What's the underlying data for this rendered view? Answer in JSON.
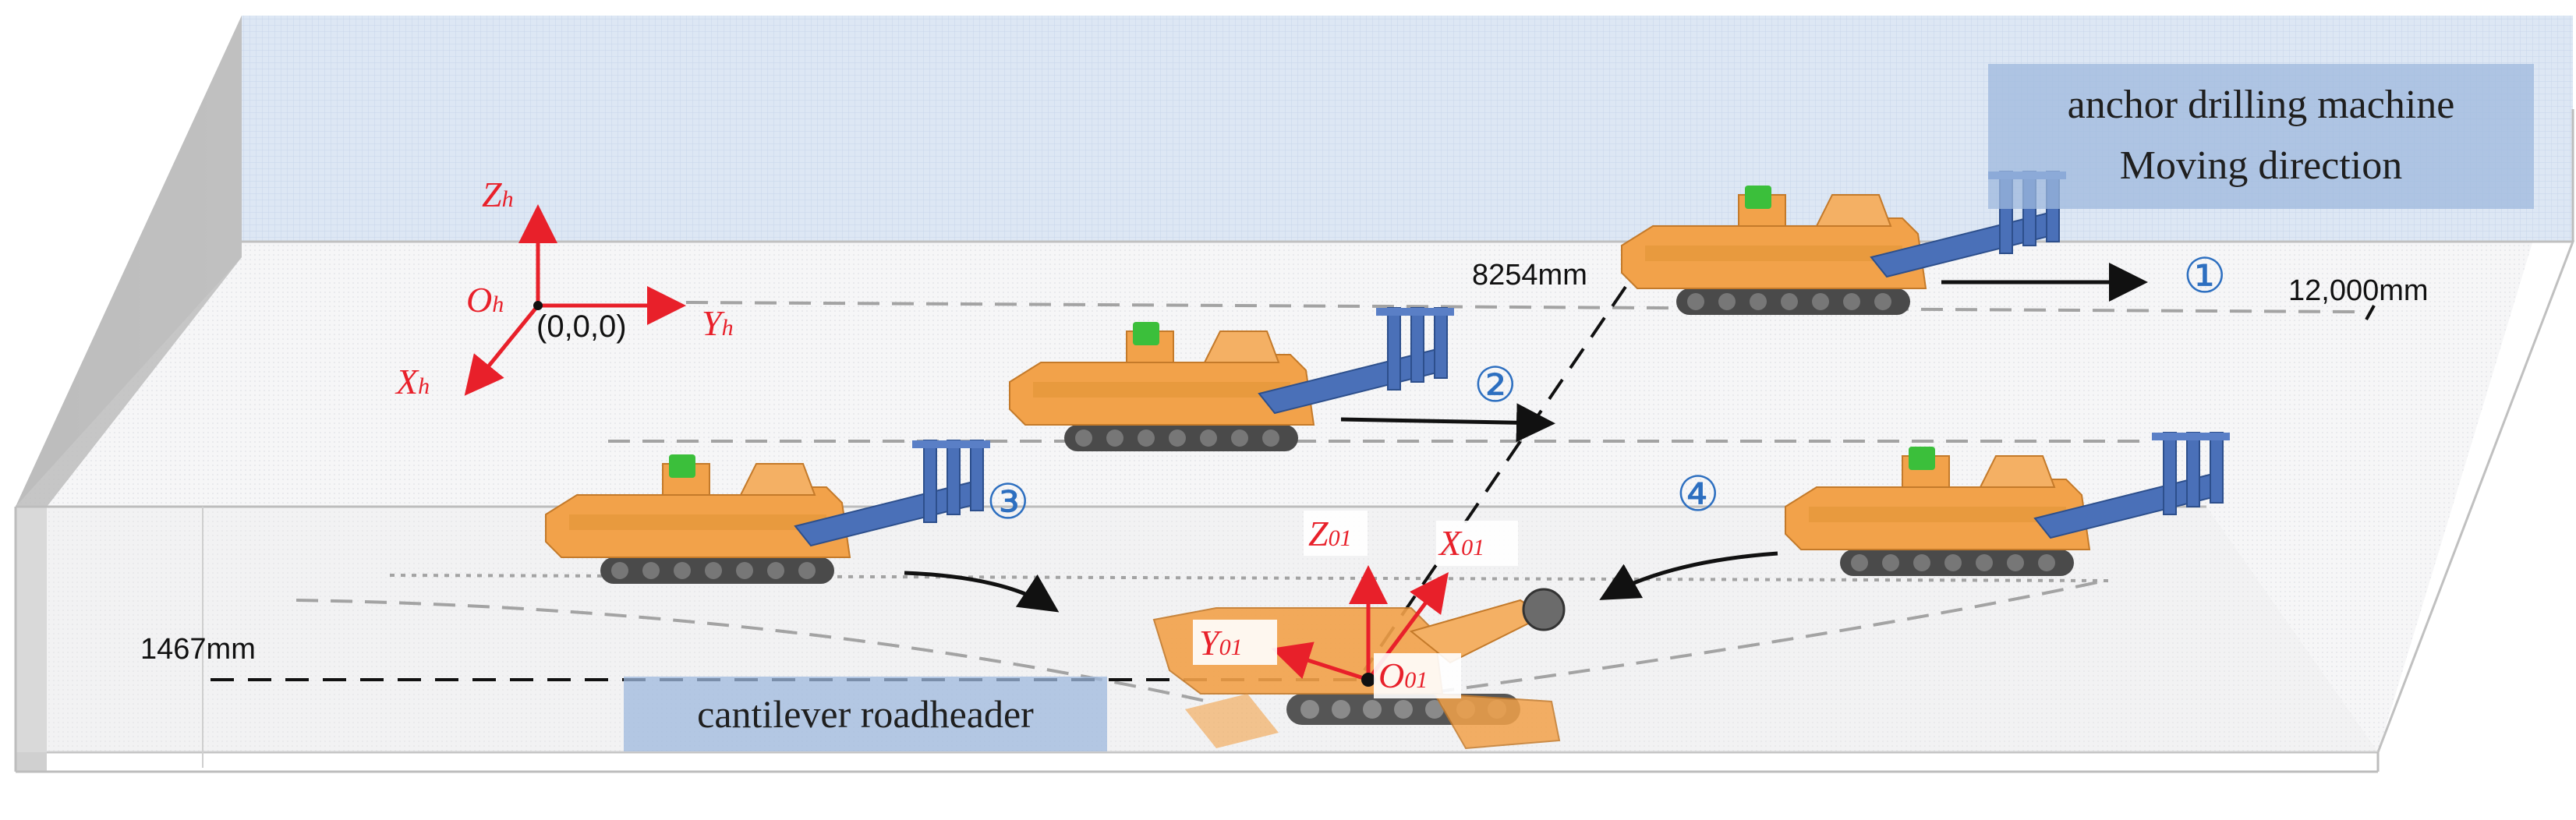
{
  "labels": {
    "anchor_machine_line1": "anchor drilling machine",
    "anchor_machine_line2": "Moving direction",
    "roadheader": "cantilever roadheader",
    "origin_coord": "(0,0,0)",
    "dist_8254": "8254mm",
    "dist_12000": "12,000mm",
    "dist_1467": "1467mm"
  },
  "axes_h": {
    "z_main": "Z",
    "z_sub": "h",
    "x_main": "X",
    "x_sub": "h",
    "y_main": "Y",
    "y_sub": "h",
    "o_main": "O",
    "o_sub": "h"
  },
  "axes_01": {
    "z_main": "Z",
    "z_sub": "01",
    "x_main": "X",
    "x_sub": "01",
    "y_main": "Y",
    "y_sub": "01",
    "o_main": "O",
    "o_sub": "01"
  },
  "steps": [
    "①",
    "②",
    "③",
    "④"
  ],
  "colors": {
    "axis_red": "#e8202a",
    "step_blue": "#2d6fc0",
    "label_box": "#9eb8de",
    "machine_orange": "#f2a24a",
    "machine_blue": "#4a70b8",
    "track_gray": "#4a4a4a",
    "cabin_green": "#3bbf3b"
  }
}
